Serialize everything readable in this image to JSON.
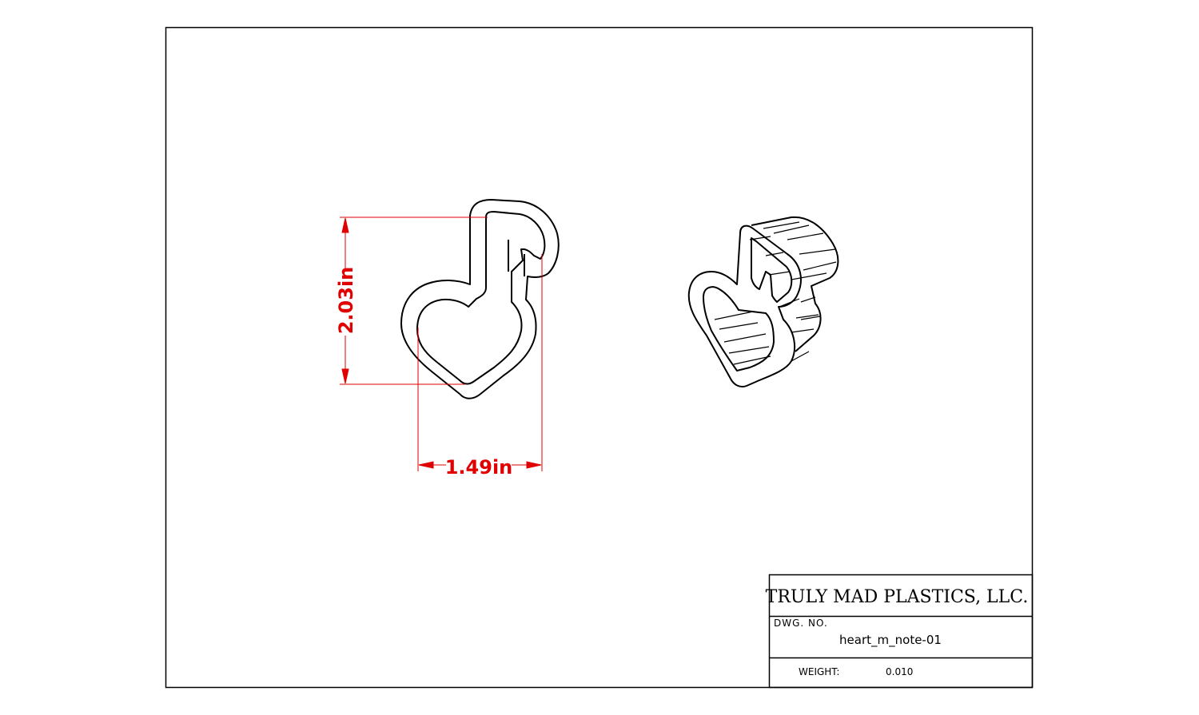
{
  "dimensions": {
    "height_label": "2.03in",
    "width_label": "1.49in"
  },
  "title_block": {
    "company": "TRULY MAD PLASTICS, LLC.",
    "dwg_no_label": "DWG. NO.",
    "dwg_no_value": "heart_m_note-01",
    "weight_label": "WEIGHT:",
    "weight_value": "0.010"
  },
  "colors": {
    "dimension": "#e00000",
    "line": "#000000",
    "background": "#ffffff"
  }
}
